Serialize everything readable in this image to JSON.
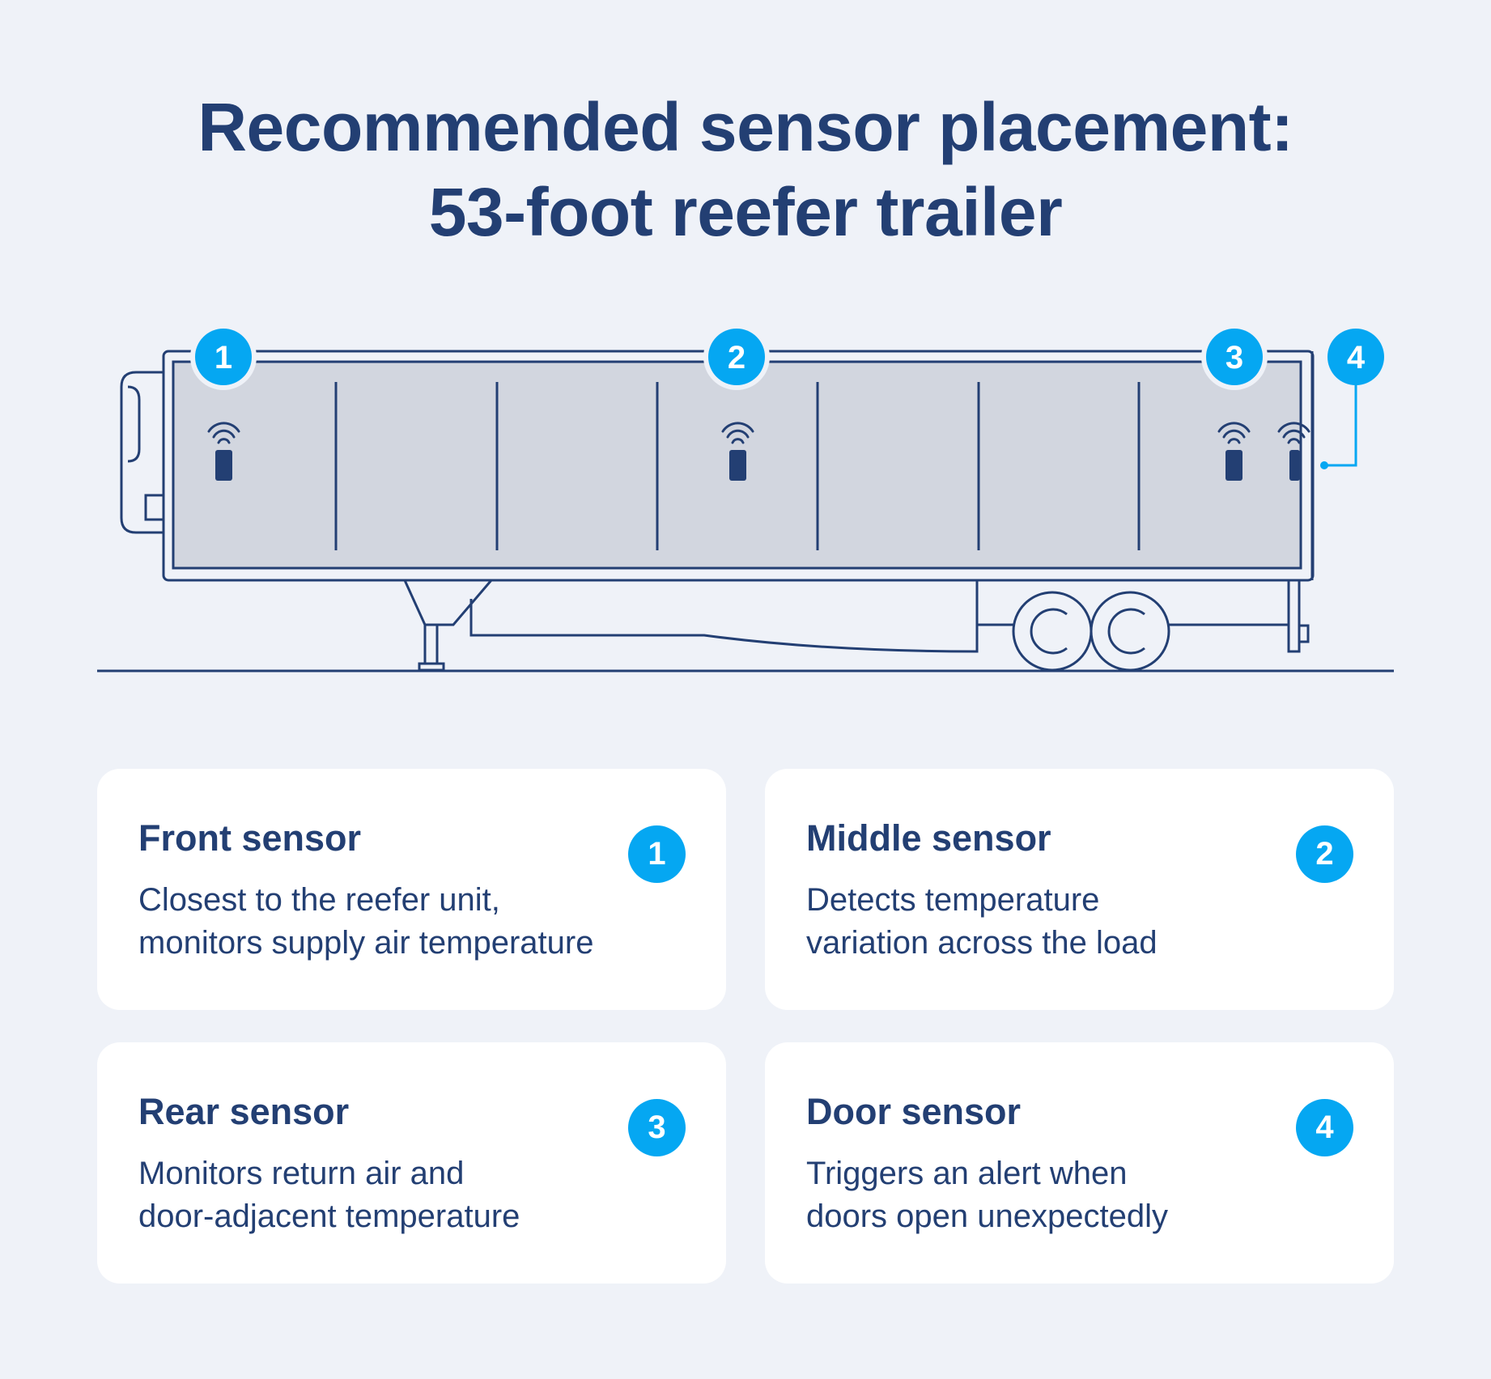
{
  "title": {
    "line1": "Recommended sensor placement:",
    "line2": "53-foot reefer trailer"
  },
  "colors": {
    "background": "#eff2f8",
    "navy": "#233f73",
    "accent_blue": "#05a7f2",
    "trailer_fill": "#d2d6df",
    "card_bg": "#ffffff"
  },
  "markers": [
    {
      "number": "1",
      "icon": "wireless-sensor-icon"
    },
    {
      "number": "2",
      "icon": "wireless-sensor-icon"
    },
    {
      "number": "3",
      "icon": "wireless-sensor-icon"
    },
    {
      "number": "4",
      "icon": "wireless-sensor-icon"
    }
  ],
  "cards": [
    {
      "number": "1",
      "title": "Front sensor",
      "desc_line1": "Closest to the reefer unit,",
      "desc_line2": "monitors supply air temperature"
    },
    {
      "number": "2",
      "title": "Middle sensor",
      "desc_line1": "Detects temperature",
      "desc_line2": "variation across the load"
    },
    {
      "number": "3",
      "title": "Rear sensor",
      "desc_line1": "Monitors return air and",
      "desc_line2": "door-adjacent temperature"
    },
    {
      "number": "4",
      "title": "Door sensor",
      "desc_line1": "Triggers an alert when",
      "desc_line2": "doors open unexpectedly"
    }
  ]
}
